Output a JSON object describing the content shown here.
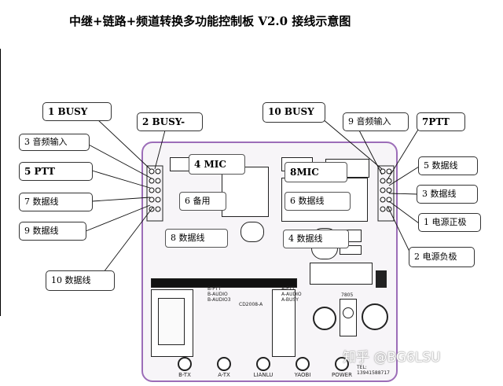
{
  "title": "中继+链路+频道转换多功能控制板 V2.0  接线示意图",
  "callouts": {
    "busy1": "1   BUSY",
    "busy2": "2   BUSY-",
    "audio3": "3 音频输入",
    "ptt5": "5   PTT",
    "data7": "7 数据线",
    "data9": "9 数据线",
    "data10": "10 数据线",
    "busy10": "10   BUSY",
    "audio9": "9 音频输入",
    "ptt7": "7PTT",
    "data5": "5 数据线",
    "data3": "3 数据线",
    "power_pos": "1 电源正极",
    "power_neg": "2 电源负极"
  },
  "board_labels": {
    "mic4": "4 MIC",
    "mic8": "8MIC",
    "spare6": "6 备用",
    "data6": "6 数据线",
    "data8": "8 数据线",
    "data4": "4 数据线"
  },
  "buttons": [
    "B-TX",
    "A-TX",
    "LIANLU",
    "YAOBI",
    "POWER"
  ],
  "chip_texts": {
    "left_pins": "B-PTT\nB-AUDIO\nB-AUDIO3",
    "right_pins": "A-PTT\nA-AUDIO\nA-BUSY",
    "center": "CD2008-A",
    "reg": "7805",
    "tel": "TEL:\n13941588717"
  },
  "watermark": "知乎 @BG6LSU",
  "colors": {
    "board_outline": "#9c6db8",
    "ink": "#000000"
  }
}
